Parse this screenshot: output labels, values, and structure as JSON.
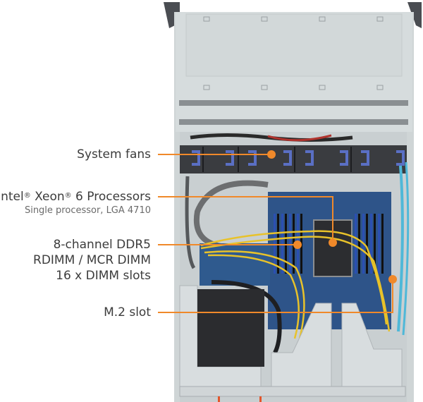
{
  "callouts": [
    {
      "id": "system-fans",
      "lines": [
        "System fans"
      ]
    },
    {
      "id": "processors",
      "title_parts": [
        "Intel",
        "®",
        " Xeon",
        "®",
        " 6 Processors"
      ],
      "subtitle": "Single processor, LGA 4710"
    },
    {
      "id": "memory",
      "lines": [
        "8-channel DDR5",
        "RDIMM / MCR DIMM",
        "16 x DIMM slots"
      ]
    },
    {
      "id": "m2-slot",
      "lines": [
        "M.2 slot"
      ]
    }
  ],
  "colors": {
    "callout": "#f0892a",
    "label_text": "#3c3c3c",
    "sub_text": "#6a6a6a",
    "chassis": "#d4dadb",
    "motherboard": "#2e5489",
    "dimm_blue": "#2b4fb3",
    "fan_blue": "#5a6fc4",
    "cable_yellow": "#e8c22a",
    "cable_cyan": "#4fb8d8"
  }
}
